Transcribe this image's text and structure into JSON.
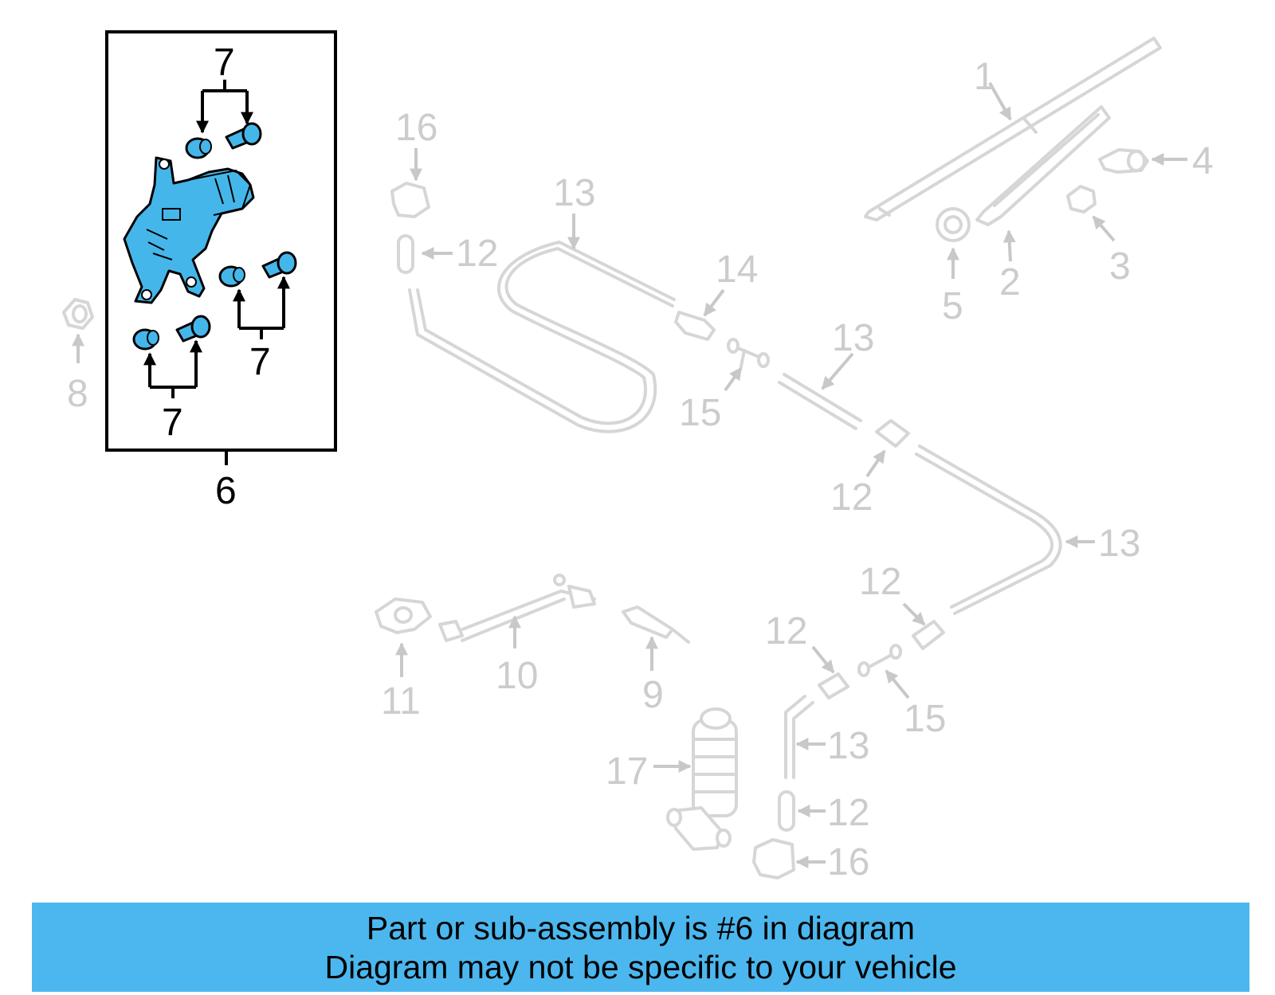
{
  "callouts": {
    "c1": "1",
    "c2": "2",
    "c3": "3",
    "c4": "4",
    "c5": "5",
    "c6": "6",
    "c7": "7",
    "c8": "8",
    "c9": "9",
    "c10": "10",
    "c11": "11",
    "c12": "12",
    "c13": "13",
    "c14": "14",
    "c15": "15",
    "c16": "16",
    "c17": "17"
  },
  "colors": {
    "highlight": "#45b6ea",
    "banner": "#4bb7ee",
    "ghost_part": "#d6d6d6",
    "ghost_label": "#cccccc"
  },
  "footer": {
    "line1": "Part or sub-assembly is #6 in diagram",
    "line2": "Diagram may not be specific to your vehicle"
  }
}
